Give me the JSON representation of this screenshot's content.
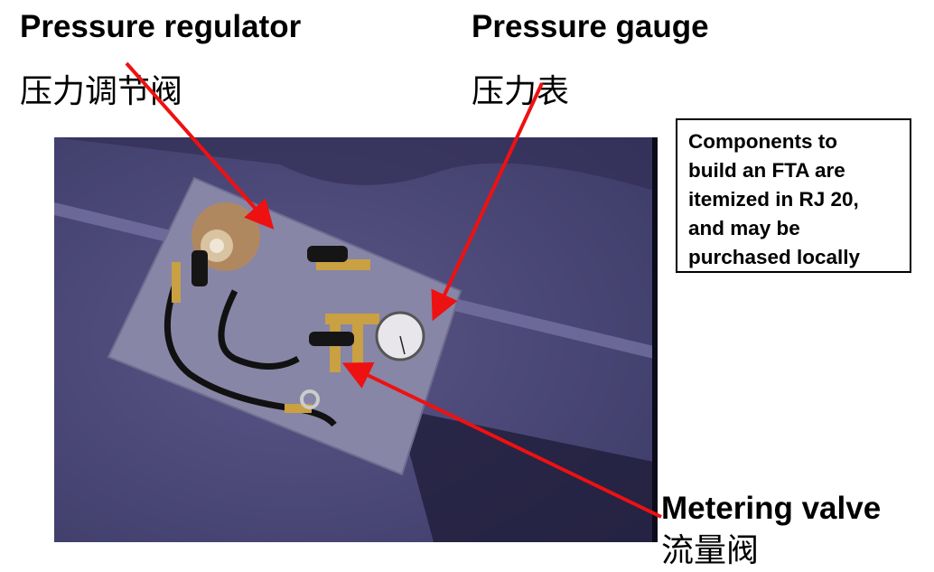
{
  "labels": {
    "regulator_en": "Pressure regulator",
    "regulator_cn": "压力调节阀",
    "gauge_en": "Pressure gauge",
    "gauge_cn": "压力表",
    "metering_en": "Metering valve",
    "metering_cn": "流量阀"
  },
  "note": {
    "lines": [
      "Components  to",
      "build an FTA are",
      "itemized in RJ 20,",
      "and may be",
      "purchased locally"
    ]
  },
  "colors": {
    "arrow": "#ee1111",
    "background_photo": "#4a4777"
  }
}
